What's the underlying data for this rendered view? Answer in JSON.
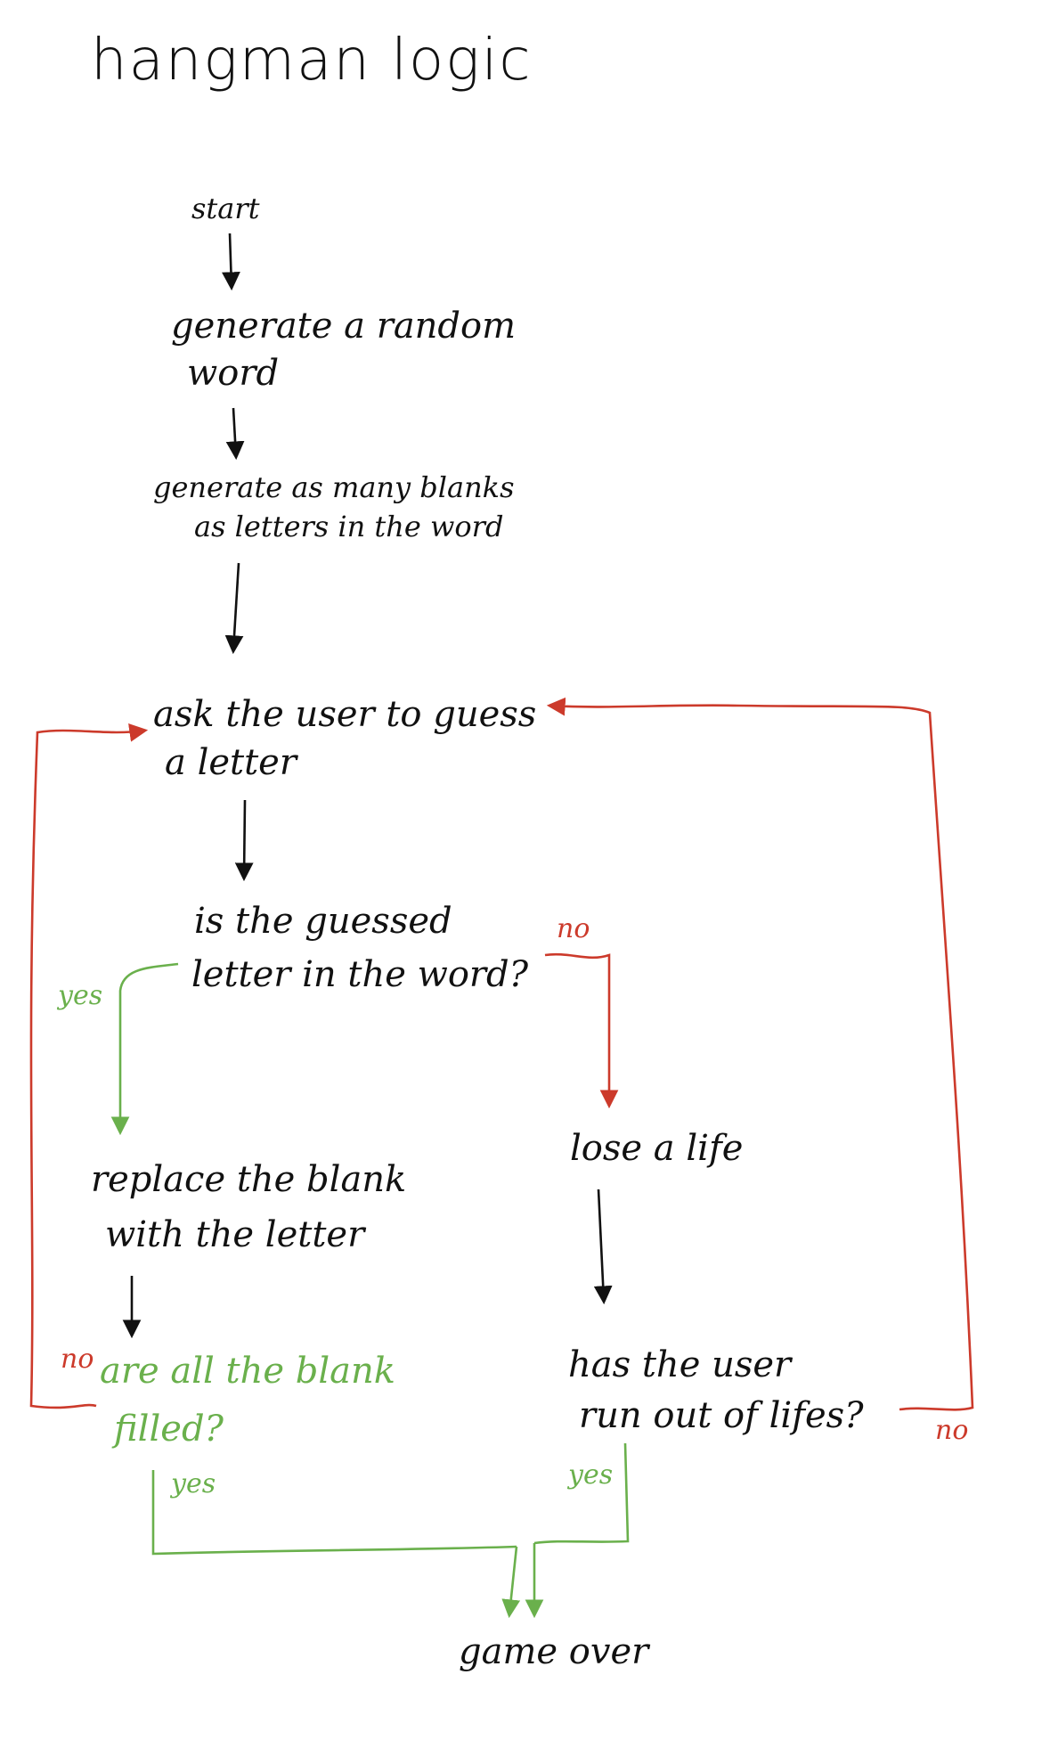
{
  "title": "hangman logic",
  "nodes": {
    "start": "start",
    "generate_word": [
      "generate a random",
      "word"
    ],
    "generate_blanks": [
      "generate as many blanks",
      "as letters in the word"
    ],
    "ask_guess": [
      "ask the user to guess",
      "a letter"
    ],
    "is_in_word": [
      "is the guessed",
      "letter in the word?"
    ],
    "replace_blank": [
      "replace the blank",
      "with the letter"
    ],
    "lose_life": "lose a life",
    "all_filled": [
      "are all the blank",
      "filled?"
    ],
    "out_of_lives": [
      "has the user",
      "run out of lifes?"
    ],
    "game_over": "game over"
  },
  "edge_labels": {
    "yes_in_word": "yes",
    "no_in_word": "no",
    "no_filled": "no",
    "yes_filled": "yes",
    "yes_lives": "yes",
    "no_lives": "no"
  },
  "colors": {
    "ink": "#111111",
    "red": "#cc3a2b",
    "green": "#6ab04c"
  }
}
